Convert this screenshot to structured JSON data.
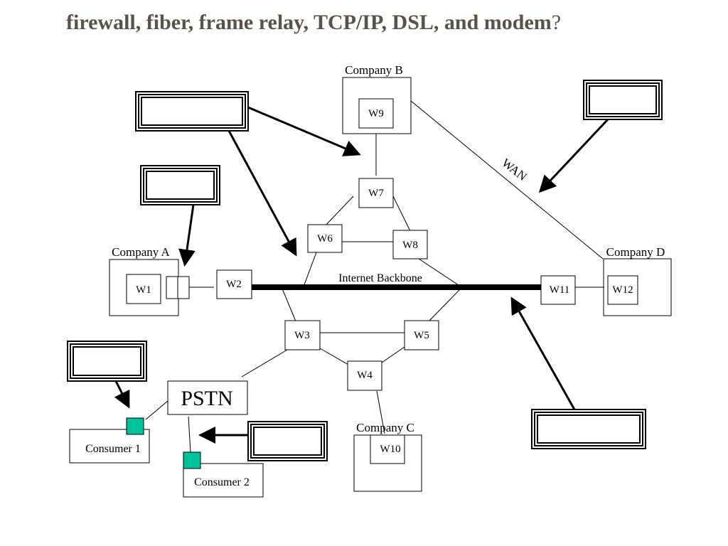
{
  "title": {
    "text": "firewall, fiber, frame relay, TCP/IP, DSL, and modem",
    "suffix": "?",
    "color": "#5a5245"
  },
  "companies": {
    "a": "Company A",
    "b": "Company B",
    "c": "Company C",
    "d": "Company D"
  },
  "nodes": {
    "w1": "W1",
    "w2": "W2",
    "w3": "W3",
    "w4": "W4",
    "w5": "W5",
    "w6": "W6",
    "w7": "W7",
    "w8": "W8",
    "w9": "W9",
    "w10": "W10",
    "w11": "W11",
    "w12": "W12"
  },
  "backbone_label": "Internet Backbone",
  "wan_label": "WAN",
  "pstn_label": "PSTN",
  "consumers": {
    "c1": "Consumer 1",
    "c2": "Consumer 2"
  },
  "colors": {
    "modem": "#00c29a",
    "line": "#000000"
  }
}
